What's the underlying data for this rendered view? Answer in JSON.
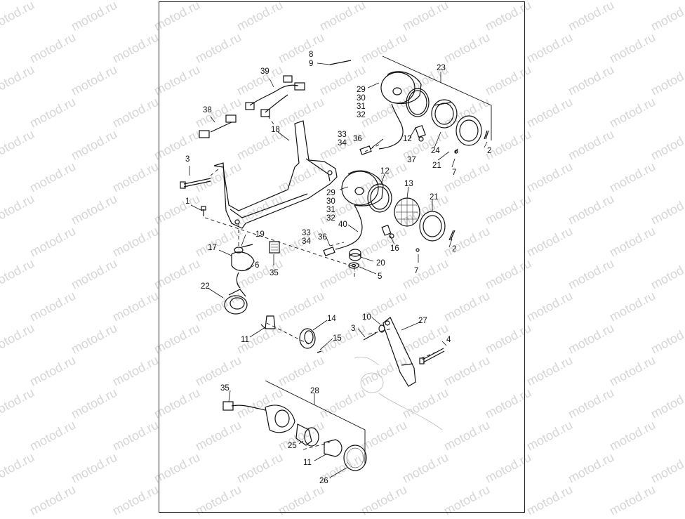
{
  "watermark": {
    "text": "motod.ru"
  },
  "callouts": {
    "c1": "1",
    "c2": "2",
    "c2b": "2",
    "c3": "3",
    "c3b": "3",
    "c4": "4",
    "c5": "5",
    "c6": "6",
    "c7": "7",
    "c7b": "7",
    "c8": "8",
    "c9": "9",
    "c10": "10",
    "c11": "11",
    "c11b": "11",
    "c12": "12",
    "c12b": "12",
    "c13": "13",
    "c14": "14",
    "c15": "15",
    "c16": "16",
    "c17": "17",
    "c18": "18",
    "c19": "19",
    "c20": "20",
    "c21": "21",
    "c21b": "21",
    "c22": "22",
    "c23": "23",
    "c24": "24",
    "c25": "25",
    "c26": "26",
    "c27": "27",
    "c28": "28",
    "c29": "29",
    "c30": "30",
    "c31": "31",
    "c32": "32",
    "c29b": "29",
    "c30b": "30",
    "c31b": "31",
    "c32b": "32",
    "c33": "33",
    "c34": "34",
    "c33b": "33",
    "c34b": "34",
    "c35": "35",
    "c35b": "35",
    "c36": "36",
    "c36b": "36",
    "c37": "37",
    "c38": "38",
    "c39": "39",
    "c40": "40"
  }
}
